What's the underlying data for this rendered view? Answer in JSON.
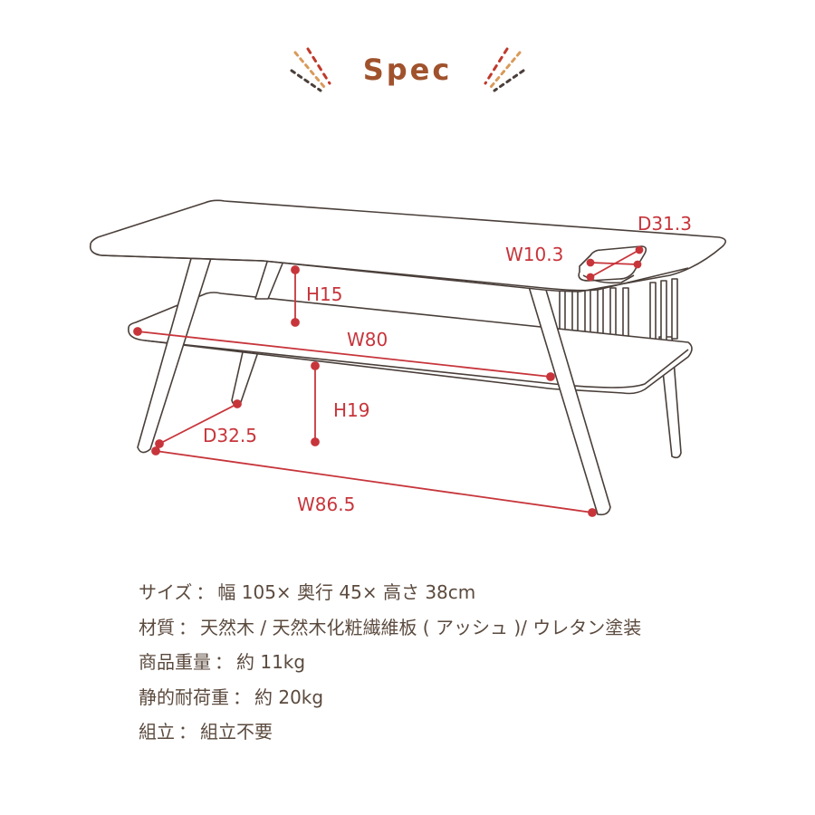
{
  "header": {
    "title": "Spec"
  },
  "dimensions": {
    "d313": "D31.3",
    "w103": "W10.3",
    "h15": "H15",
    "w80": "W80",
    "h19": "H19",
    "d325": "D32.5",
    "w865": "W86.5"
  },
  "specs": [
    {
      "label": "サイズ",
      "value": "幅 105× 奥行 45× 高さ 38cm"
    },
    {
      "label": "材質",
      "value": "天然木 / 天然木化粧繊維板 ( アッシュ )/ ウレタン塗装"
    },
    {
      "label": "商品重量",
      "value": "約 11kg"
    },
    {
      "label": "静的耐荷重",
      "value": "約 20kg"
    },
    {
      "label": "組立",
      "value": "組立不要"
    }
  ],
  "colors": {
    "title": "#a0522d",
    "dimension": "#c7353b",
    "line": "#4a3f3a",
    "text": "#5b4a3e"
  }
}
